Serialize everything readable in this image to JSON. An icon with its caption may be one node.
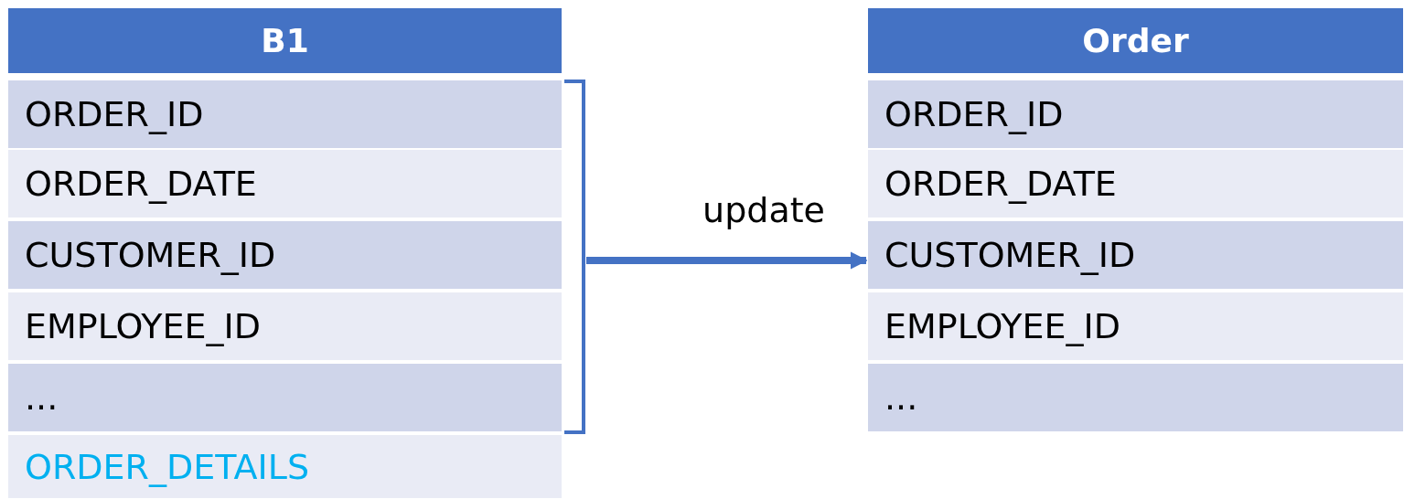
{
  "diagram": {
    "nodes": [
      {
        "text": [
          "B1"
        ]
      },
      {
        "text": [
          "ORDER_ID"
        ],
        "in": 0
      },
      {
        "text": [
          "ORDER_DATE"
        ],
        "in": 0
      },
      {
        "text": [
          "CUSTOMER_ID"
        ],
        "in": 0
      },
      {
        "text": [
          "EMPLOYEE_ID"
        ],
        "in": 0
      },
      {
        "text": [
          "..."
        ],
        "in": 0
      },
      {
        "text": [
          "ORDER_DETAILS"
        ],
        "in": 0
      },
      {
        "text": [],
        "shape": "bracket"
      },
      {
        "text": [
          "Order"
        ]
      },
      {
        "text": [
          "ORDER_ID"
        ],
        "in": 8
      },
      {
        "text": [
          "ORDER_DATE"
        ],
        "in": 8
      },
      {
        "text": [
          "CUSTOMER_ID"
        ],
        "in": 8
      },
      {
        "text": [
          "EMPLOYEE_ID"
        ],
        "in": 8
      },
      {
        "text": [
          "..."
        ],
        "in": 8
      }
    ],
    "edges": [
      {
        "from": 7,
        "to": 8,
        "arrow": "to",
        "label": "update"
      }
    ]
  }
}
